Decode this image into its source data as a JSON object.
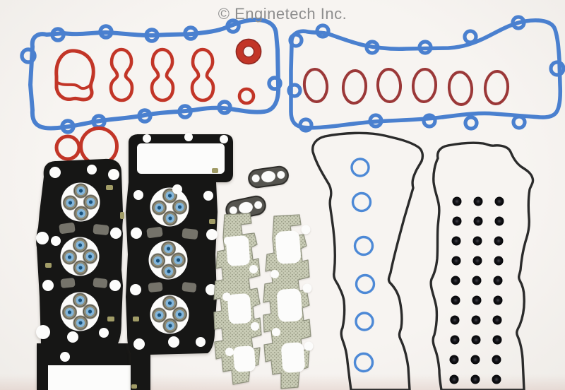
{
  "watermark": {
    "text": "© Enginetech Inc."
  },
  "parts": [
    {
      "name": "left-valve-cover-gasket-set",
      "label": "Blue valve cover gasket, left bank, with red spark plug tube and port seals"
    },
    {
      "name": "right-valve-cover-gasket-set",
      "label": "Blue valve cover gasket, right bank, with six dark red port seals"
    },
    {
      "name": "camshaft-seal",
      "label": "Thick red camshaft seal ring"
    },
    {
      "name": "o-ring-seal",
      "label": "Thin red o-ring seal"
    },
    {
      "name": "water-outlet-gasket",
      "label": "Red double-circle water outlet gasket"
    },
    {
      "name": "head-gasket-left",
      "label": "Black MLS cylinder head gasket, left bank, three bores with blue valve reliefs"
    },
    {
      "name": "head-gasket-right",
      "label": "Black MLS cylinder head gasket, right bank, three bores with blue valve reliefs"
    },
    {
      "name": "egr-gasket-upper",
      "label": "Small gray oval gasket with center port and two bolt holes"
    },
    {
      "name": "egr-gasket-lower",
      "label": "Small gray oval gasket with center port and two bolt holes"
    },
    {
      "name": "exhaust-manifold-gasket-left",
      "label": "Perforated metal exhaust manifold gasket, three ports"
    },
    {
      "name": "exhaust-manifold-gasket-right",
      "label": "Perforated metal exhaust manifold gasket, three ports"
    },
    {
      "name": "front-cover-gasket",
      "label": "Black outline front cover gasket with six blue seal rings"
    },
    {
      "name": "grommet-cover-gasket",
      "label": "Black outline cover gasket with grid of thirty black grommets"
    }
  ],
  "colors": {
    "background": "#f7f4f1",
    "rubber_blue": "#4a80cf",
    "seal_red": "#c23527",
    "seal_dark_red": "#9b3838",
    "gasket_black": "#161615",
    "bore_white": "#fcfcfb",
    "valve_seal_light_blue": "#84b6da",
    "valve_seal_dark_blue": "#17507a",
    "relief_ring_gray": "#8d8a76",
    "manifold_metal": "#c9ccb6",
    "manifold_dot": "#93957f",
    "outline_black": "#2b2b2b",
    "grommet_black": "#141418",
    "ring_blue": "#4d89d6",
    "watermark_gray": "#8e8e8e"
  }
}
